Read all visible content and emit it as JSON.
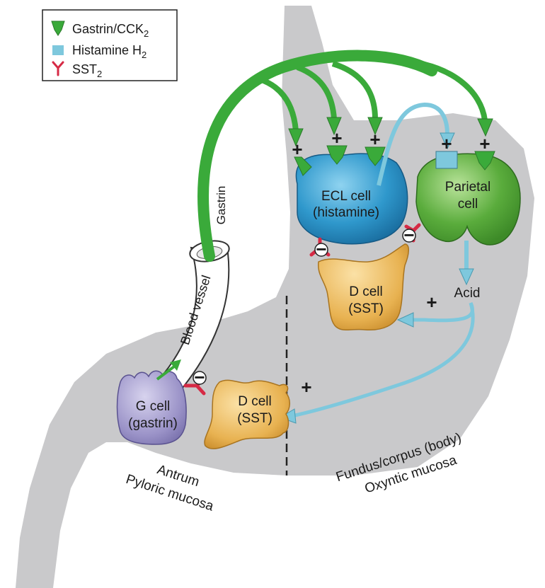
{
  "legend": {
    "gastrin": {
      "label": "Gastrin/CCK",
      "sub": "2",
      "color": "#3aaa3a"
    },
    "histamine": {
      "label": "Histamine H",
      "sub": "2",
      "color": "#7ec8dd"
    },
    "sst": {
      "label": "SST",
      "sub": "2",
      "color": "#d62a45"
    }
  },
  "cells": {
    "ecl": {
      "line1": "ECL cell",
      "line2": "(histamine)"
    },
    "parietal": {
      "line1": "Parietal",
      "line2": "cell"
    },
    "d_cell_body": {
      "line1": "D cell",
      "line2": "(SST)"
    },
    "g_cell": {
      "line1": "G cell",
      "line2": "(gastrin)"
    },
    "d_cell_antrum": {
      "line1": "D cell",
      "line2": "(SST)"
    }
  },
  "labels": {
    "gastrin": "Gastrin",
    "blood_vessel": "Blood vessel",
    "acid": "Acid",
    "antrum_line1": "Antrum",
    "antrum_line2": "Pyloric mucosa",
    "fundus_line1": "Fundus/corpus (body)",
    "fundus_line2": "Oxyntic mucosa"
  },
  "signs": {
    "plus": "+",
    "minus": "−"
  },
  "colors": {
    "stomach": "#c9c9cb",
    "ecl_cell": "#2f98cc",
    "parietal_cell": "#5aac3c",
    "d_cell": "#e8b251",
    "g_cell": "#9b93c8",
    "gastrin_arrow": "#3aaa3a",
    "histamine_arrow": "#7ec8dd",
    "sst_receptor": "#d62a45"
  }
}
